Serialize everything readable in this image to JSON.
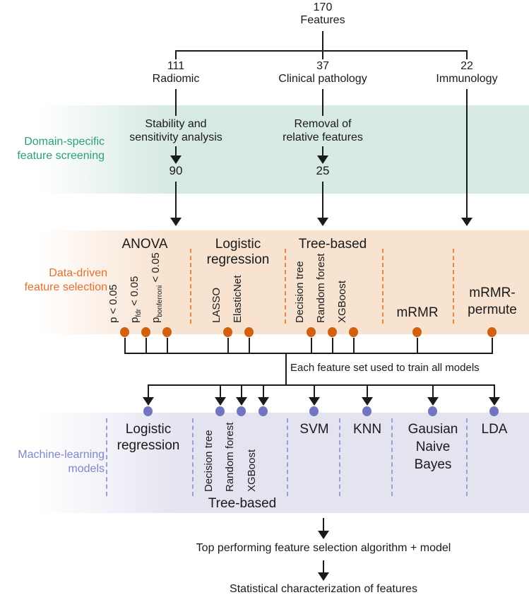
{
  "title_block": {
    "count": "170",
    "label": "Features"
  },
  "branches": [
    {
      "count": "111",
      "label": "Radiomic"
    },
    {
      "count": "37",
      "label": "Clinical pathology"
    },
    {
      "count": "22",
      "label": "Immunology"
    }
  ],
  "screening": {
    "label_line1": "Domain-specific",
    "label_line2": "feature screening",
    "steps": [
      {
        "line1": "Stability and",
        "line2": "sensitivity analysis",
        "result": "90"
      },
      {
        "line1": "Removal of",
        "line2": "relative features",
        "result": "25"
      }
    ]
  },
  "selection": {
    "label_line1": "Data-driven",
    "label_line2": "feature selection",
    "group_anova": "ANOVA",
    "group_logistic_line1": "Logistic",
    "group_logistic_line2": "regression",
    "group_tree": "Tree-based",
    "thresholds": [
      {
        "pre": "p",
        "sub": "",
        "post": " < 0.05"
      },
      {
        "pre": "p",
        "sub": "fdr",
        "post": " < 0.05"
      },
      {
        "pre": "p",
        "sub": "bonferroni",
        "post": " < 0.05"
      }
    ],
    "logistic_methods": [
      "LASSO",
      "ElasticNet"
    ],
    "tree_methods": [
      "Decision tree",
      "Random forest",
      "XGBoost"
    ],
    "mrmr": "mRMR",
    "mrmr_permute_line1": "mRMR-",
    "mrmr_permute_line2": "permute"
  },
  "connector": {
    "label": "Each feature set used to train all models"
  },
  "models": {
    "label_line1": "Machine-learning",
    "label_line2": "models",
    "logistic_line1": "Logistic",
    "logistic_line2": "regression",
    "tree_methods": [
      "Decision tree",
      "Random forest",
      "XGBoost"
    ],
    "tree_group": "Tree-based",
    "svm": "SVM",
    "knn": "KNN",
    "gnb_line1": "Gausian",
    "gnb_line2": "Naive",
    "gnb_line3": "Bayes",
    "lda": "LDA"
  },
  "footer": {
    "line1": "Top performing feature selection algorithm + model",
    "line2": "Statistical characterization of features"
  },
  "colors": {
    "screening_band": "#d7eae1",
    "screening_label": "#2aa07a",
    "selection_band": "#f8e3d1",
    "selection_label": "#e2702b",
    "selection_dot": "#d2610f",
    "selection_divider": "#ea8a42",
    "models_band": "#e4e4f1",
    "models_label": "#8285cc",
    "models_dot": "#7175c1",
    "models_divider": "#9b9ed6",
    "line": "#1a1a1a"
  }
}
